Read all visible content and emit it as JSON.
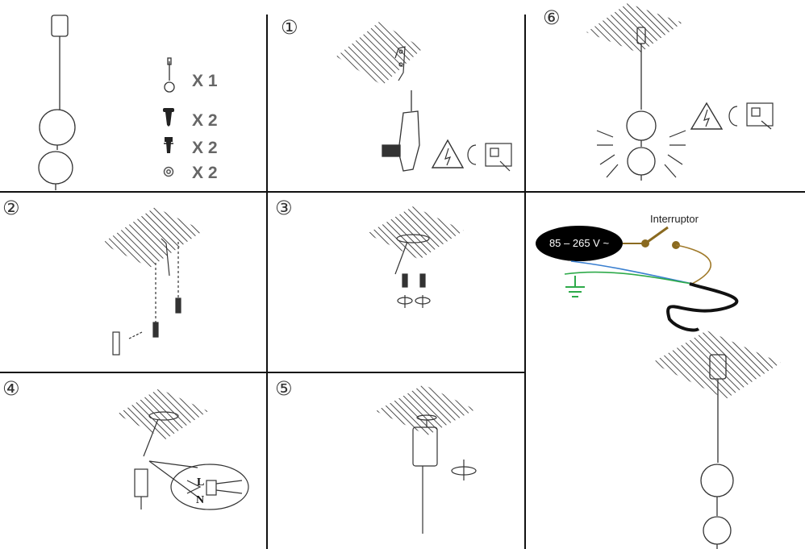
{
  "parts": [
    {
      "icon": "hook-screw-icon",
      "label": "X 1"
    },
    {
      "icon": "screw-icon",
      "label": "X 2"
    },
    {
      "icon": "wall-plug-icon",
      "label": "X 2"
    },
    {
      "icon": "washer-icon",
      "label": "X 2"
    }
  ],
  "steps": [
    "①",
    "②",
    "③",
    "④",
    "⑤",
    "⑥"
  ],
  "wiring": {
    "voltage": "85 – 265 V ~",
    "switch_label": "Interruptor",
    "live_label": "L",
    "neutral_label": "N",
    "colors": {
      "live": "#a07a2a",
      "neutral": "#3a7fd0",
      "earth": "#2eaa4a",
      "cable": "#111111",
      "voltage_bg": "#000000"
    }
  }
}
